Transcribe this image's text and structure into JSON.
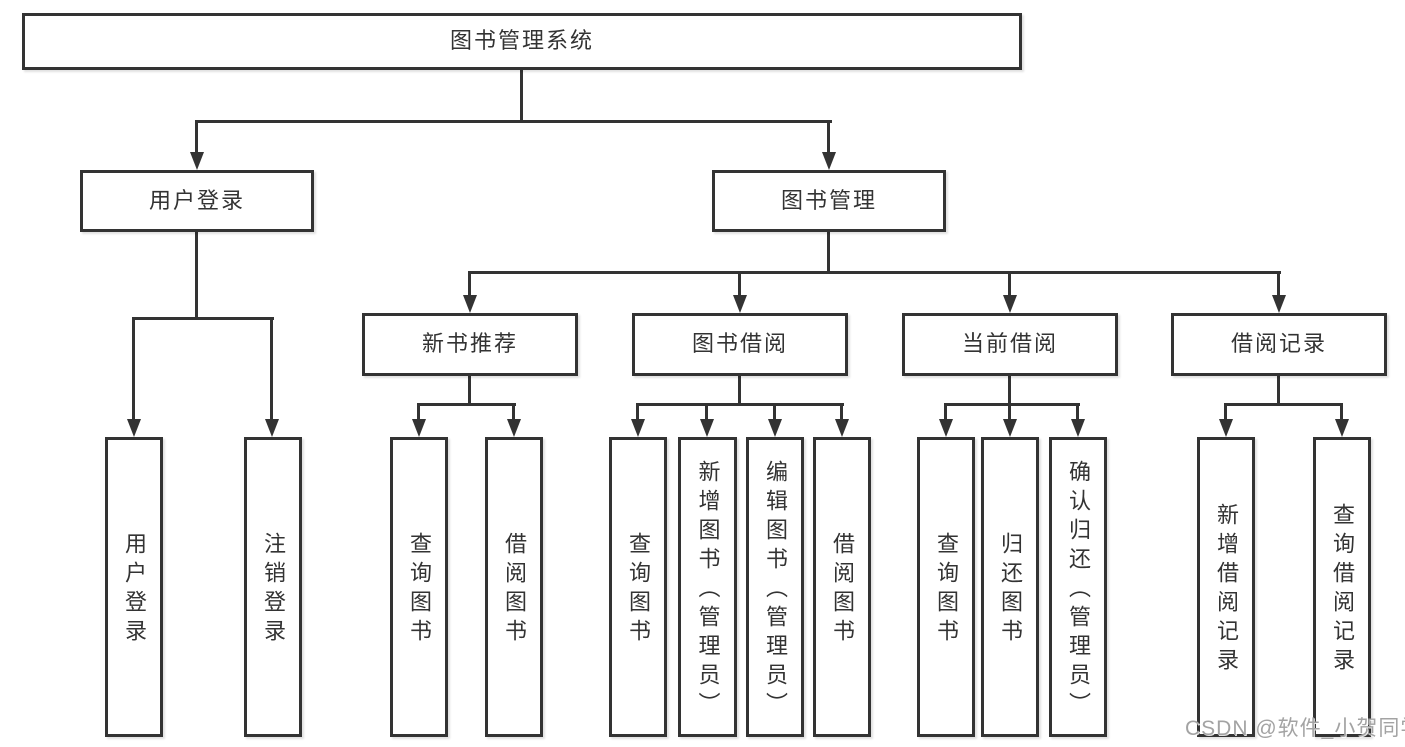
{
  "colors": {
    "line": "#333333",
    "box_border": "#333333",
    "text": "#333333",
    "watermark": "#a3a3a3",
    "background": "#ffffff"
  },
  "tree": {
    "root": {
      "label": "图书管理系统"
    },
    "branches": [
      {
        "label": "用户登录",
        "children": [
          {
            "label": "用户登录"
          },
          {
            "label": "注销登录"
          }
        ]
      },
      {
        "label": "图书管理",
        "children": [
          {
            "label": "新书推荐",
            "children": [
              {
                "label": "查询图书"
              },
              {
                "label": "借阅图书"
              }
            ]
          },
          {
            "label": "图书借阅",
            "children": [
              {
                "label": "查询图书"
              },
              {
                "label": "新增图书（管理员）"
              },
              {
                "label": "编辑图书（管理员）"
              },
              {
                "label": "借阅图书"
              }
            ]
          },
          {
            "label": "当前借阅",
            "children": [
              {
                "label": "查询图书"
              },
              {
                "label": "归还图书"
              },
              {
                "label": "确认归还（管理员）"
              }
            ]
          },
          {
            "label": "借阅记录",
            "children": [
              {
                "label": "新增借阅记录"
              },
              {
                "label": "查询借阅记录"
              }
            ]
          }
        ]
      }
    ]
  },
  "watermark": {
    "text": "CSDN @软件_小贺同学"
  }
}
